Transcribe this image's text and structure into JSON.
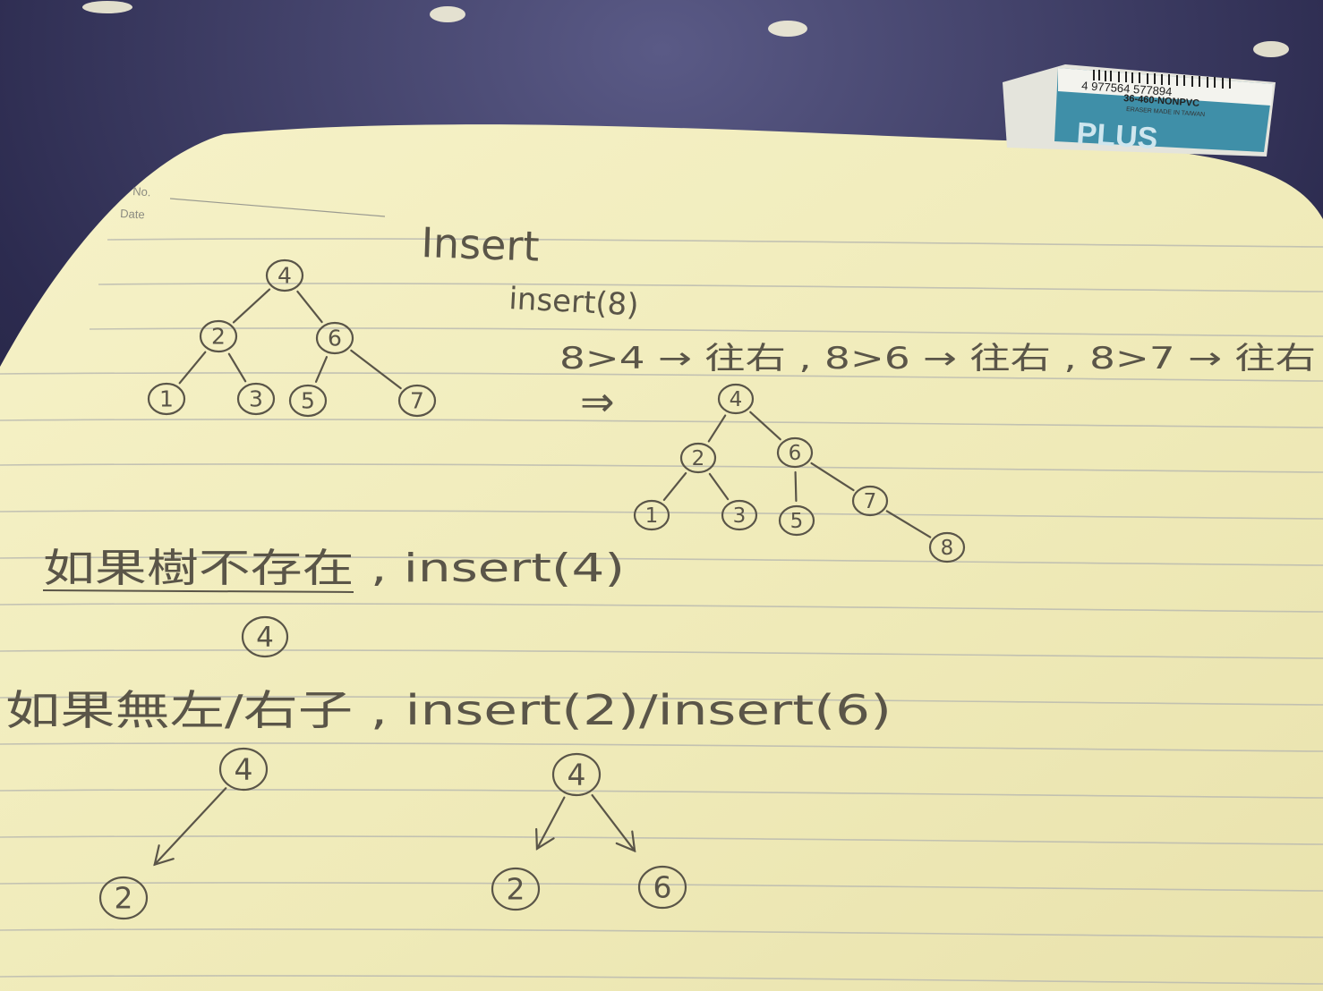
{
  "photo": {
    "background_color": "#2c2b4f",
    "paper_color": "#f1edc0",
    "pencil_color": "#5a5548",
    "rule_color": "#b8b8b0"
  },
  "eraser": {
    "barcode_digits": "4 977564 577894",
    "model": "36-460-NONPVC",
    "subtext": "ERASER  MADE IN TAIWAN",
    "brand": "PLUS"
  },
  "notebook_header": {
    "no_label": "No.",
    "date_label": "Date"
  },
  "notes": {
    "title": "Insert",
    "call_example": "insert(8)",
    "comparison_line": "8>4 → 往右 , 8>6 → 往右 , 8>7 → 往右",
    "result_arrow": "⇒",
    "case_empty": "如果樹不存在 , insert(4)",
    "case_no_child": "如果無左/右子 , insert(2)/insert(6)"
  },
  "trees": {
    "initial": [
      "4",
      "2",
      "6",
      "1",
      "3",
      "5",
      "7"
    ],
    "after_insert_8": [
      "4",
      "2",
      "6",
      "1",
      "3",
      "5",
      "7",
      "8"
    ],
    "empty_case": [
      "4"
    ],
    "no_child_single": [
      "4",
      "2"
    ],
    "no_child_pair": [
      "4",
      "2",
      "6"
    ]
  }
}
